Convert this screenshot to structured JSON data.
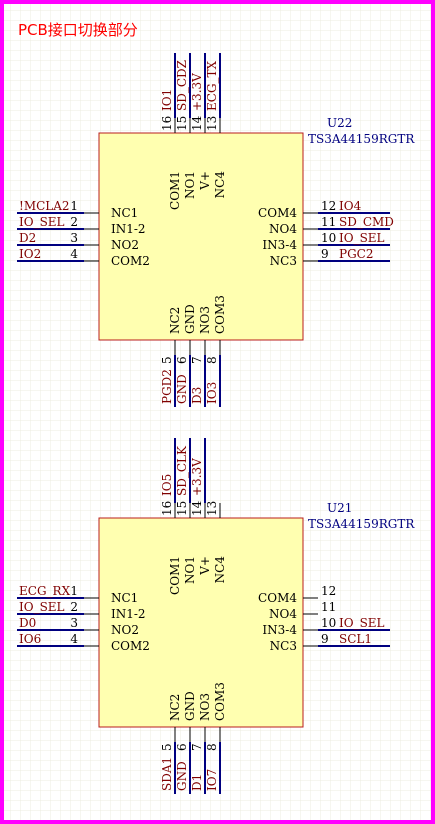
{
  "title": "PCB接口切换部分",
  "colors": {
    "border": "#ff00ff",
    "grid": "#e9e9dc",
    "chip_fill": "#ffffb0",
    "chip_stroke": "#b81c1c",
    "pin_line": "#000000",
    "wire": "#000080",
    "pin_text": "#000000",
    "net_text": "#800000",
    "ref_text": "#000080",
    "title_text": "#ff0000"
  },
  "components": [
    {
      "ref": "U22",
      "part": "TS3A44159RGTR",
      "pins": {
        "left": [
          {
            "num": "1",
            "name": "NC1",
            "net": "!MCLA2"
          },
          {
            "num": "2",
            "name": "IN1-2",
            "net": "IO_SEL"
          },
          {
            "num": "3",
            "name": "NO2",
            "net": "D2"
          },
          {
            "num": "4",
            "name": "COM2",
            "net": "IO2"
          }
        ],
        "right": [
          {
            "num": "12",
            "name": "COM4",
            "net": "IO4"
          },
          {
            "num": "11",
            "name": "NO4",
            "net": "SD_CMD"
          },
          {
            "num": "10",
            "name": "IN3-4",
            "net": "IO_SEL"
          },
          {
            "num": "9",
            "name": "NC3",
            "net": "PGC2"
          }
        ],
        "top": [
          {
            "num": "16",
            "name": "COM1",
            "net": "IO1"
          },
          {
            "num": "15",
            "name": "NO1",
            "net": "SD_CDZ"
          },
          {
            "num": "14",
            "name": "V+",
            "net": "+3.3V"
          },
          {
            "num": "13",
            "name": "NC4",
            "net": "ECG_TX"
          }
        ],
        "bottom": [
          {
            "num": "5",
            "name": "NC2",
            "net": "PGD2"
          },
          {
            "num": "6",
            "name": "GND",
            "net": "GND"
          },
          {
            "num": "7",
            "name": "NO3",
            "net": "D3"
          },
          {
            "num": "8",
            "name": "COM3",
            "net": "IO3"
          }
        ]
      }
    },
    {
      "ref": "U21",
      "part": "TS3A44159RGTR",
      "pins": {
        "left": [
          {
            "num": "1",
            "name": "NC1",
            "net": "ECG_RX"
          },
          {
            "num": "2",
            "name": "IN1-2",
            "net": "IO_SEL"
          },
          {
            "num": "3",
            "name": "NO2",
            "net": "D0"
          },
          {
            "num": "4",
            "name": "COM2",
            "net": "IO6"
          }
        ],
        "right": [
          {
            "num": "12",
            "name": "COM4",
            "net": ""
          },
          {
            "num": "11",
            "name": "NO4",
            "net": ""
          },
          {
            "num": "10",
            "name": "IN3-4",
            "net": "IO_SEL"
          },
          {
            "num": "9",
            "name": "NC3",
            "net": "SCL1"
          }
        ],
        "top": [
          {
            "num": "16",
            "name": "COM1",
            "net": "IO5"
          },
          {
            "num": "15",
            "name": "NO1",
            "net": "SD_CLK"
          },
          {
            "num": "14",
            "name": "V+",
            "net": "+3.3V"
          },
          {
            "num": "13",
            "name": "NC4",
            "net": ""
          }
        ],
        "bottom": [
          {
            "num": "5",
            "name": "NC2",
            "net": "SDA1"
          },
          {
            "num": "6",
            "name": "GND",
            "net": "GND"
          },
          {
            "num": "7",
            "name": "NO3",
            "net": "D1"
          },
          {
            "num": "8",
            "name": "COM3",
            "net": "IO7"
          }
        ]
      }
    }
  ]
}
